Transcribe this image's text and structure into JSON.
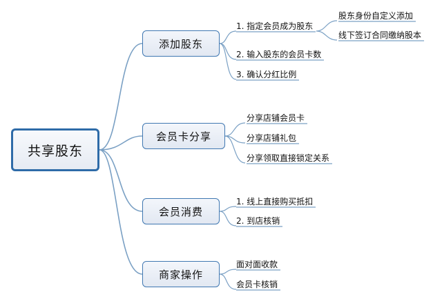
{
  "root": {
    "label": "共享股东"
  },
  "branches": [
    {
      "label": "添加股东",
      "items": [
        {
          "label": "1. 指定会员成为股东",
          "children": [
            "股东身份自定义添加",
            "线下签订合同缴纳股本"
          ]
        },
        {
          "label": "2. 输入股东的会员卡数"
        },
        {
          "label": "3. 确认分红比例"
        }
      ]
    },
    {
      "label": "会员卡分享",
      "items": [
        {
          "label": "分享店铺会员卡"
        },
        {
          "label": "分享店铺礼包"
        },
        {
          "label": "分享领取直接锁定关系"
        }
      ]
    },
    {
      "label": "会员消费",
      "items": [
        {
          "label": "1. 线上直接购买抵扣"
        },
        {
          "label": "2. 到店核销"
        }
      ]
    },
    {
      "label": "商家操作",
      "items": [
        {
          "label": "面对面收款"
        },
        {
          "label": "会员卡核销"
        }
      ]
    }
  ],
  "colors": {
    "connector": "#7aa0c4",
    "border": "#3f77b1",
    "root_border": "#2e6ba8"
  }
}
